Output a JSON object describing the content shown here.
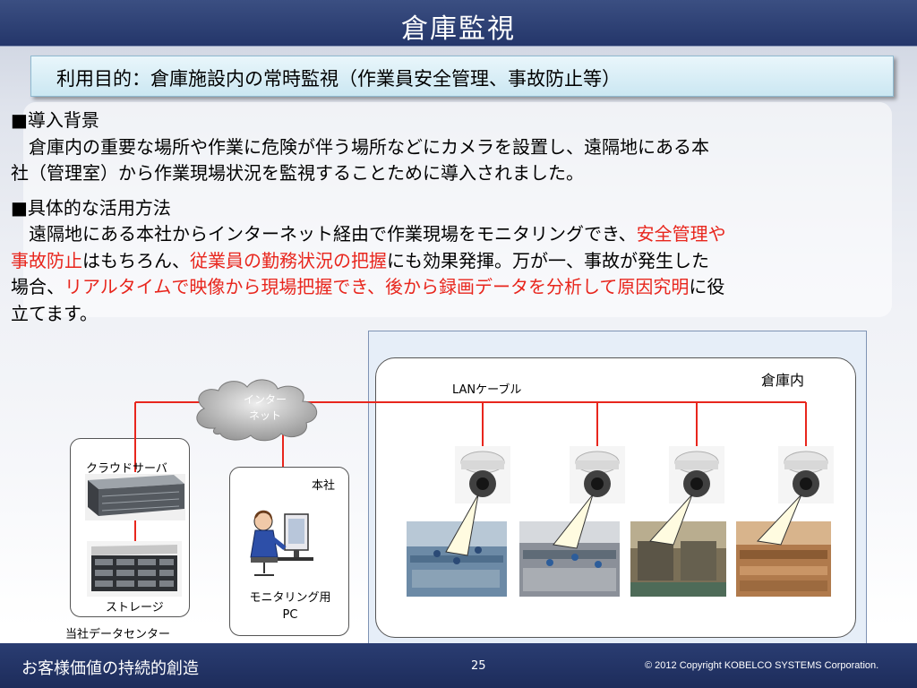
{
  "slide": {
    "title": "倉庫監視",
    "purpose": "利用目的：倉庫施設内の常時監視（作業員安全管理、事故防止等）"
  },
  "background_section": {
    "heading": "■導入背景",
    "line1": "　倉庫内の重要な場所や作業に危険が伴う場所などにカメラを設置し、遠隔地にある本",
    "line2": "社（管理室）から作業現場状況を監視することために導入されました。"
  },
  "usage_section": {
    "heading": "■具体的な活用方法",
    "l1_a": "　遠隔地にある本社からインターネット経由で作業現場をモニタリングでき、",
    "l1_red": "安全管理や",
    "l2_red": "事故防止",
    "l2_b": "はもちろん、",
    "l2_red2": "従業員の勤務状況の把握",
    "l2_c": "にも効果発揮。万が一、事故が発生した",
    "l3_a": "場合、",
    "l3_red": "リアルタイムで映像から現場把握でき、後から録画データを分析して原因究明",
    "l3_b": "に役",
    "l4": "立てます。"
  },
  "diagram": {
    "internet_line1": "インター",
    "internet_line2": "ネット",
    "lan_cable": "LANケーブル",
    "warehouse": "倉庫内",
    "cloud_server": "クラウドサーバ",
    "storage": "ストレージ",
    "datacenter": "当社データセンター",
    "hq": "本社",
    "monitor_pc_line1": "モニタリング用",
    "monitor_pc_line2": "PC"
  },
  "icons": [
    "cloud-icon",
    "server-icon",
    "storage-icon",
    "operator-icon",
    "camera-icon"
  ],
  "colors": {
    "network_line": "#e8261d",
    "highlight_text": "#e8261d",
    "title_bar": "#2a3d72"
  },
  "footer": {
    "slogan": "お客様価値の持続的創造",
    "page_number": "25",
    "copyright": "©  2012 Copyright  KOBELCO SYSTEMS Corporation."
  }
}
